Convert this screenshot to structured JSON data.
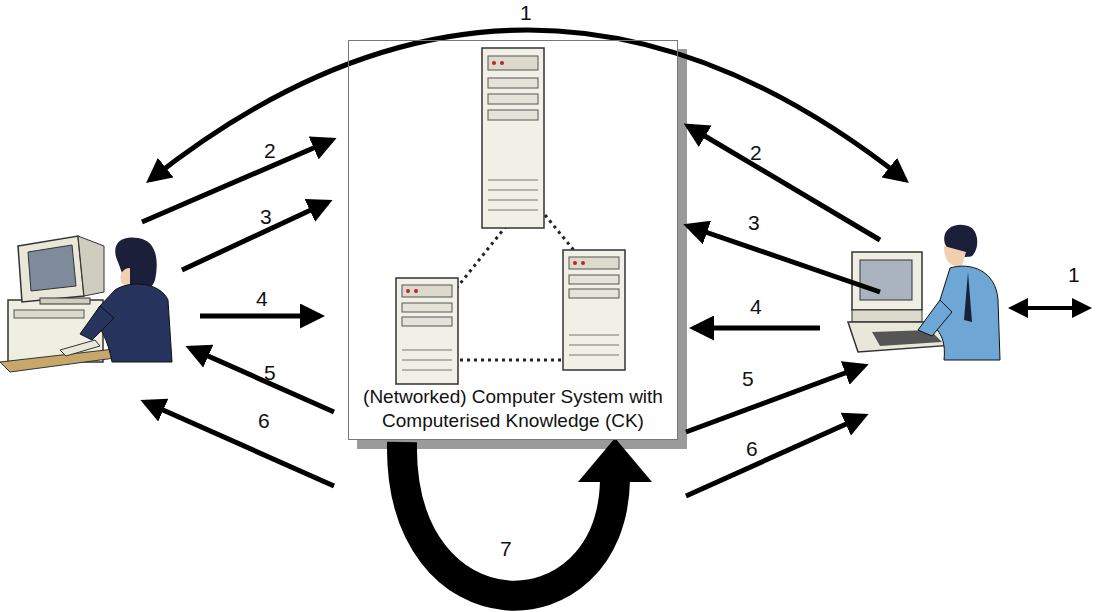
{
  "diagram": {
    "nodes": [
      {
        "text": [
          "(Networked) Computer System with Computerised Knowledge (CK)"
        ]
      }
    ],
    "labels": [
      "1",
      "2",
      "3",
      "4",
      "5",
      "6",
      "2",
      "3",
      "4",
      "5",
      "6",
      "1",
      "7"
    ]
  }
}
